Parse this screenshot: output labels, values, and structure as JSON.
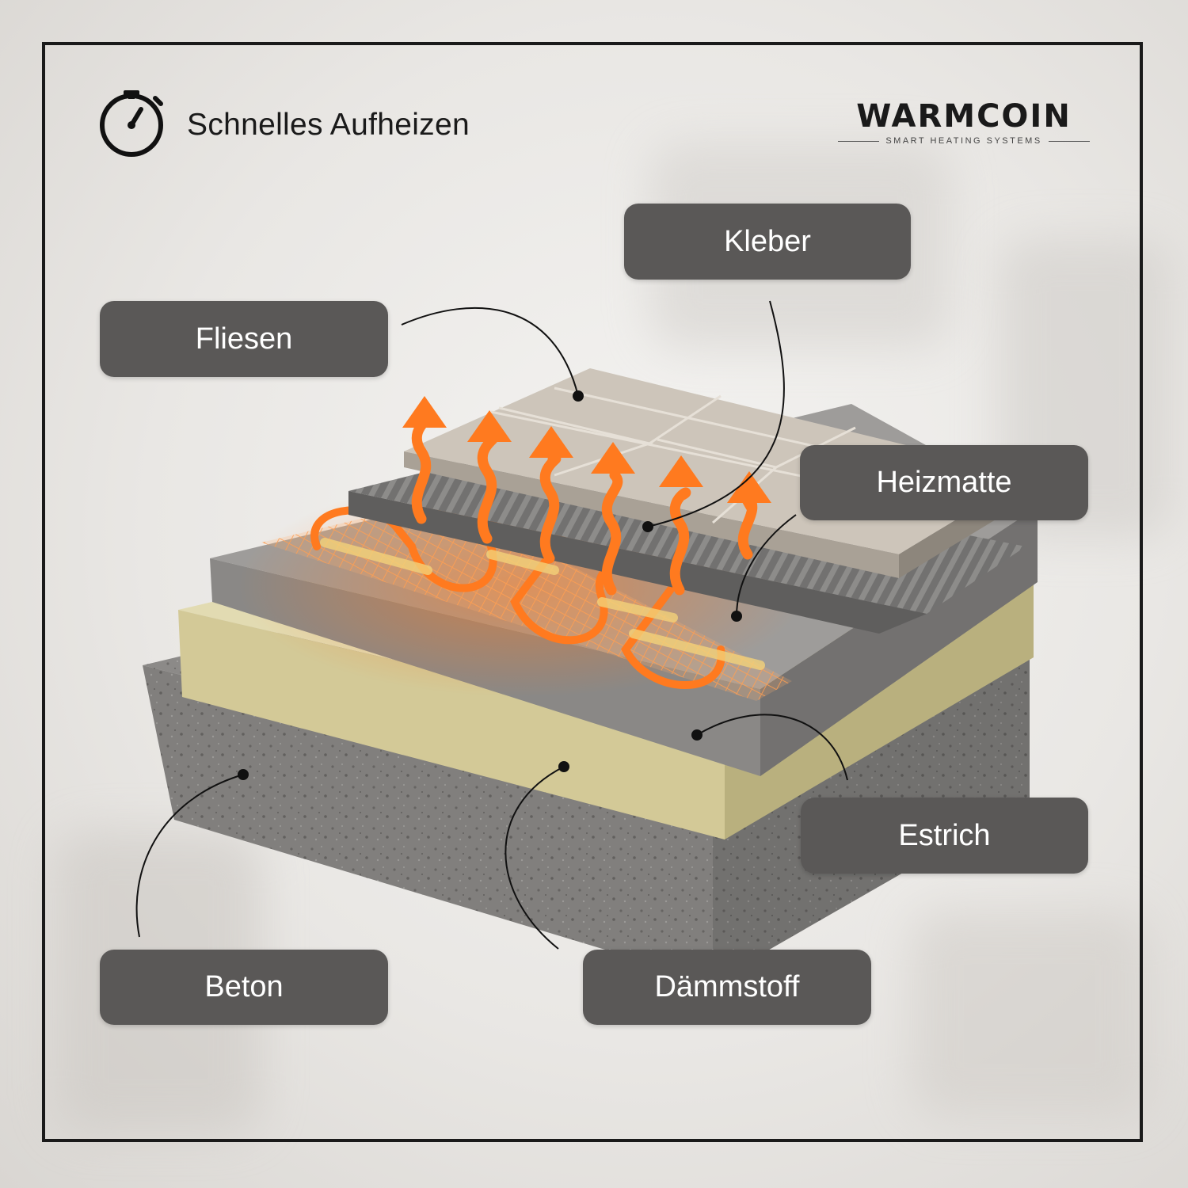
{
  "header": {
    "title": "Schnelles Aufheizen",
    "icon": "stopwatch-icon"
  },
  "brand": {
    "name": "WARMCOIN",
    "tagline": "SMART HEATING SYSTEMS"
  },
  "layers": {
    "fliesen": "Fliesen",
    "kleber": "Kleber",
    "heizmatte": "Heizmatte",
    "estrich": "Estrich",
    "daemmstoff": "Dämmstoff",
    "beton": "Beton"
  },
  "colors": {
    "label_bg": "#5a5857",
    "heat_orange": "#ff7a1f",
    "concrete": "#8a8886",
    "insulation": "#d8d09a",
    "tile": "#cfc7bd"
  }
}
